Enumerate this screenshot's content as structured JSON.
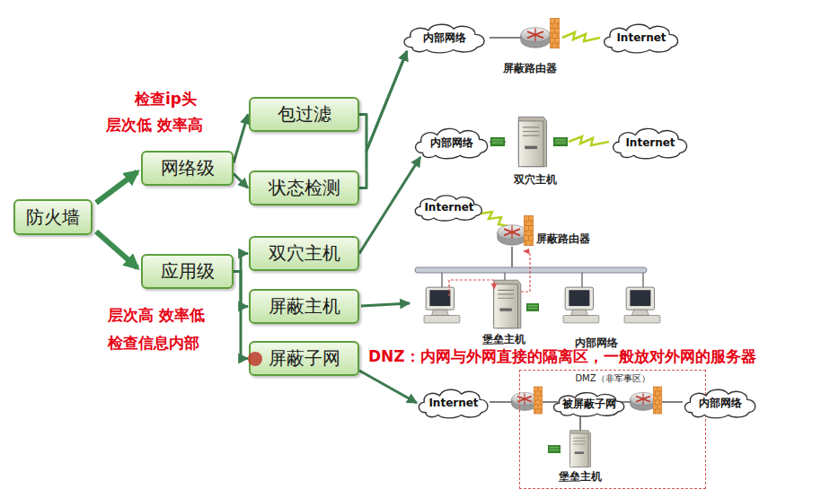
{
  "diagram": {
    "nodes": [
      {
        "text": [
          "防火墙"
        ]
      },
      {
        "text": [
          "网络级"
        ]
      },
      {
        "text": [
          "应用级"
        ]
      },
      {
        "text": [
          "包过滤"
        ]
      },
      {
        "text": [
          "状态检测"
        ]
      },
      {
        "text": [
          "双穴主机"
        ]
      },
      {
        "text": [
          "屏蔽主机"
        ]
      },
      {
        "text": [
          "屏蔽子网"
        ]
      },
      {
        "text": [
          "内部网络"
        ]
      },
      {
        "text": [
          "Internet"
        ]
      },
      {
        "text": [
          "内部网络"
        ]
      },
      {
        "text": [
          "Internet"
        ]
      },
      {
        "text": [
          "Internet"
        ]
      },
      {
        "text": [
          "DMZ（非军事区）"
        ]
      },
      {
        "text": [
          "被屏蔽子网"
        ],
        "in": 13
      },
      {
        "text": [
          "Internet"
        ]
      },
      {
        "text": [
          "内部网络"
        ]
      }
    ],
    "edges": [
      {
        "from": 0,
        "to": 1,
        "arrow": "to"
      },
      {
        "from": 0,
        "to": 2,
        "arrow": "to"
      },
      {
        "from": 1,
        "to": 3,
        "arrow": "to"
      },
      {
        "from": 1,
        "to": 4,
        "arrow": "to"
      },
      {
        "from": 2,
        "to": 5,
        "arrow": "to"
      },
      {
        "from": 2,
        "to": 6,
        "arrow": "to"
      },
      {
        "from": 2,
        "to": 7,
        "arrow": "to"
      },
      {
        "from": 3,
        "to": 8,
        "arrow": "to"
      },
      {
        "from": 4,
        "to": 8,
        "arrow": "to"
      },
      {
        "from": 5,
        "to": 10,
        "arrow": "to"
      },
      {
        "from": 7,
        "to": 15,
        "arrow": "to"
      }
    ],
    "labels": [
      "检查ip头",
      "层次低 效率高",
      "层次高 效率低",
      "检查信息内部",
      "DNZ：内网与外网直接的隔离区，一般放对外网的服务器",
      "屏蔽路由器",
      "双穴主机",
      "屏蔽路由器",
      "堡垒主机",
      "内部网络",
      "堡垒主机"
    ]
  }
}
